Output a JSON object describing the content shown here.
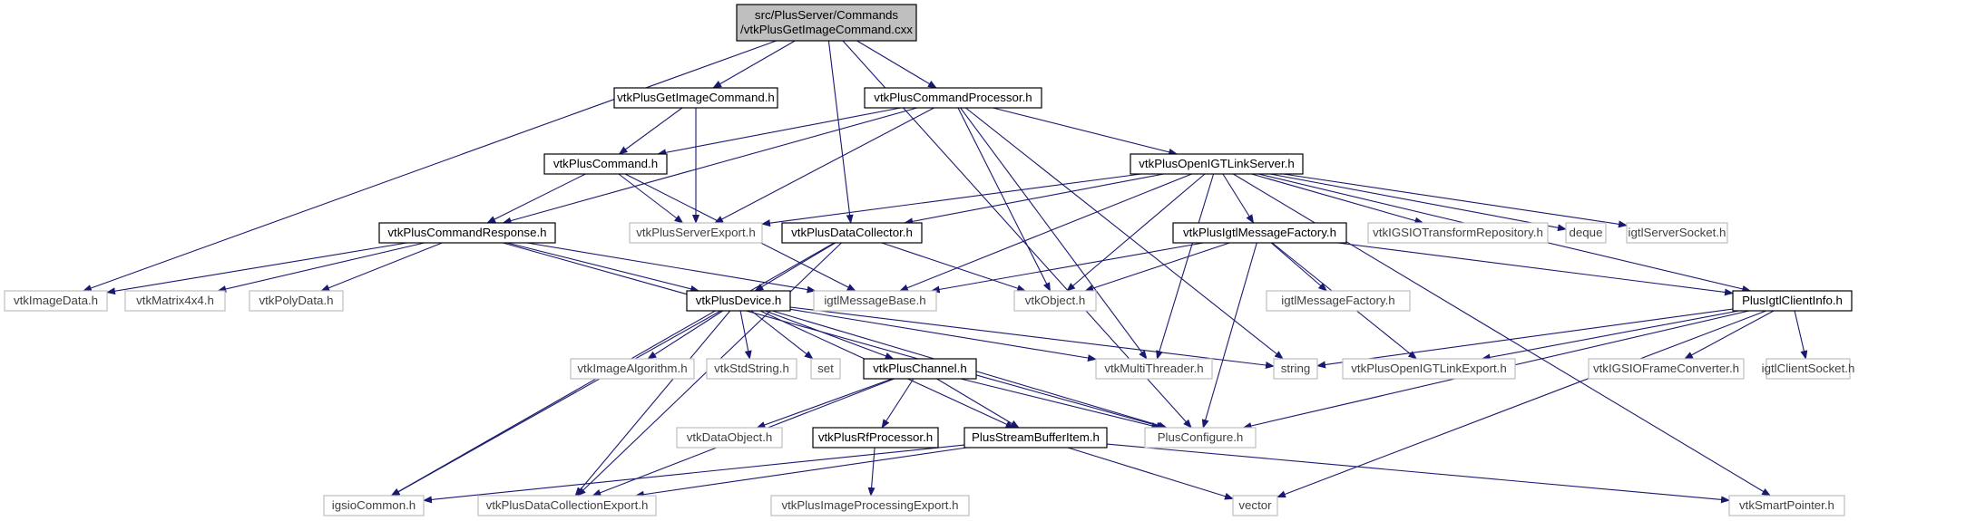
{
  "colors": {
    "edge": "#191970",
    "root_fill": "#bfbfbf",
    "doc_border": "#000000",
    "ext_border": "#bfbfbf",
    "ext_text": "#404040",
    "background": "#ffffff"
  },
  "nodes": [
    {
      "id": "root",
      "label": [
        "src/PlusServer/Commands",
        "/vtkPlusGetImageCommand.cxx"
      ],
      "kind": "root"
    },
    {
      "id": "getimage",
      "label": [
        "vtkPlusGetImageCommand.h"
      ],
      "kind": "doc"
    },
    {
      "id": "processor",
      "label": [
        "vtkPlusCommandProcessor.h"
      ],
      "kind": "doc"
    },
    {
      "id": "command",
      "label": [
        "vtkPlusCommand.h"
      ],
      "kind": "doc"
    },
    {
      "id": "oigtlserver",
      "label": [
        "vtkPlusOpenIGTLinkServer.h"
      ],
      "kind": "doc"
    },
    {
      "id": "response",
      "label": [
        "vtkPlusCommandResponse.h"
      ],
      "kind": "doc"
    },
    {
      "id": "serverexport",
      "label": [
        "vtkPlusServerExport.h"
      ],
      "kind": "ext"
    },
    {
      "id": "datacollector",
      "label": [
        "vtkPlusDataCollector.h"
      ],
      "kind": "doc"
    },
    {
      "id": "msgfactory",
      "label": [
        "vtkPlusIgtlMessageFactory.h"
      ],
      "kind": "doc"
    },
    {
      "id": "transformrepo",
      "label": [
        "vtkIGSIOTransformRepository.h"
      ],
      "kind": "ext"
    },
    {
      "id": "deque",
      "label": [
        "deque"
      ],
      "kind": "ext"
    },
    {
      "id": "serversocket",
      "label": [
        "igtlServerSocket.h"
      ],
      "kind": "ext"
    },
    {
      "id": "imagedata",
      "label": [
        "vtkImageData.h"
      ],
      "kind": "ext"
    },
    {
      "id": "matrix",
      "label": [
        "vtkMatrix4x4.h"
      ],
      "kind": "ext"
    },
    {
      "id": "polydata",
      "label": [
        "vtkPolyData.h"
      ],
      "kind": "ext"
    },
    {
      "id": "device",
      "label": [
        "vtkPlusDevice.h"
      ],
      "kind": "doc"
    },
    {
      "id": "msgbase",
      "label": [
        "igtlMessageBase.h"
      ],
      "kind": "ext"
    },
    {
      "id": "vtkobject",
      "label": [
        "vtkObject.h"
      ],
      "kind": "ext"
    },
    {
      "id": "igtlmsgfactory",
      "label": [
        "igtlMessageFactory.h"
      ],
      "kind": "ext"
    },
    {
      "id": "clientinfo",
      "label": [
        "PlusIgtlClientInfo.h"
      ],
      "kind": "doc"
    },
    {
      "id": "imagealgo",
      "label": [
        "vtkImageAlgorithm.h"
      ],
      "kind": "ext"
    },
    {
      "id": "stdstring",
      "label": [
        "vtkStdString.h"
      ],
      "kind": "ext"
    },
    {
      "id": "set",
      "label": [
        "set"
      ],
      "kind": "ext"
    },
    {
      "id": "channel",
      "label": [
        "vtkPlusChannel.h"
      ],
      "kind": "doc"
    },
    {
      "id": "multithreader",
      "label": [
        "vtkMultiThreader.h"
      ],
      "kind": "ext"
    },
    {
      "id": "string",
      "label": [
        "string"
      ],
      "kind": "ext"
    },
    {
      "id": "oigtlexport",
      "label": [
        "vtkPlusOpenIGTLinkExport.h"
      ],
      "kind": "ext"
    },
    {
      "id": "frameconverter",
      "label": [
        "vtkIGSIOFrameConverter.h"
      ],
      "kind": "ext"
    },
    {
      "id": "clientsocket",
      "label": [
        "igtlClientSocket.h"
      ],
      "kind": "ext"
    },
    {
      "id": "dataobject",
      "label": [
        "vtkDataObject.h"
      ],
      "kind": "ext"
    },
    {
      "id": "rfprocessor",
      "label": [
        "vtkPlusRfProcessor.h"
      ],
      "kind": "doc"
    },
    {
      "id": "streambufferitem",
      "label": [
        "PlusStreamBufferItem.h"
      ],
      "kind": "doc"
    },
    {
      "id": "plusconfigure",
      "label": [
        "PlusConfigure.h"
      ],
      "kind": "ext"
    },
    {
      "id": "igsiocommon",
      "label": [
        "igsioCommon.h"
      ],
      "kind": "ext"
    },
    {
      "id": "dcexport",
      "label": [
        "vtkPlusDataCollectionExport.h"
      ],
      "kind": "ext"
    },
    {
      "id": "ipexport",
      "label": [
        "vtkPlusImageProcessingExport.h"
      ],
      "kind": "ext"
    },
    {
      "id": "vector",
      "label": [
        "vector"
      ],
      "kind": "ext"
    },
    {
      "id": "smartpointer",
      "label": [
        "vtkSmartPointer.h"
      ],
      "kind": "ext"
    }
  ],
  "edges": [
    [
      "root",
      "getimage"
    ],
    [
      "root",
      "processor"
    ],
    [
      "root",
      "imagedata"
    ],
    [
      "root",
      "datacollector"
    ],
    [
      "root",
      "plusconfigure"
    ],
    [
      "getimage",
      "command"
    ],
    [
      "getimage",
      "serverexport"
    ],
    [
      "processor",
      "command"
    ],
    [
      "processor",
      "response"
    ],
    [
      "processor",
      "serverexport"
    ],
    [
      "processor",
      "oigtlserver"
    ],
    [
      "processor",
      "vtkobject"
    ],
    [
      "processor",
      "multithreader"
    ],
    [
      "processor",
      "string"
    ],
    [
      "command",
      "response"
    ],
    [
      "command",
      "serverexport"
    ],
    [
      "command",
      "msgbase"
    ],
    [
      "oigtlserver",
      "serverexport"
    ],
    [
      "oigtlserver",
      "datacollector"
    ],
    [
      "oigtlserver",
      "msgbase"
    ],
    [
      "oigtlserver",
      "vtkobject"
    ],
    [
      "oigtlserver",
      "msgfactory"
    ],
    [
      "oigtlserver",
      "multithreader"
    ],
    [
      "oigtlserver",
      "transformrepo"
    ],
    [
      "oigtlserver",
      "deque"
    ],
    [
      "oigtlserver",
      "serversocket"
    ],
    [
      "oigtlserver",
      "clientinfo"
    ],
    [
      "oigtlserver",
      "smartpointer"
    ],
    [
      "response",
      "imagedata"
    ],
    [
      "response",
      "matrix"
    ],
    [
      "response",
      "polydata"
    ],
    [
      "response",
      "device"
    ],
    [
      "response",
      "msgbase"
    ],
    [
      "response",
      "plusconfigure"
    ],
    [
      "datacollector",
      "device"
    ],
    [
      "datacollector",
      "vtkobject"
    ],
    [
      "datacollector",
      "igsiocommon"
    ],
    [
      "datacollector",
      "dcexport"
    ],
    [
      "msgfactory",
      "msgbase"
    ],
    [
      "msgfactory",
      "vtkobject"
    ],
    [
      "msgfactory",
      "igtlmsgfactory"
    ],
    [
      "msgfactory",
      "clientinfo"
    ],
    [
      "msgfactory",
      "oigtlexport"
    ],
    [
      "msgfactory",
      "plusconfigure"
    ],
    [
      "clientinfo",
      "string"
    ],
    [
      "clientinfo",
      "oigtlexport"
    ],
    [
      "clientinfo",
      "frameconverter"
    ],
    [
      "clientinfo",
      "clientsocket"
    ],
    [
      "clientinfo",
      "plusconfigure"
    ],
    [
      "clientinfo",
      "vector"
    ],
    [
      "device",
      "imagealgo"
    ],
    [
      "device",
      "stdstring"
    ],
    [
      "device",
      "set"
    ],
    [
      "device",
      "channel"
    ],
    [
      "device",
      "multithreader"
    ],
    [
      "device",
      "string"
    ],
    [
      "device",
      "streambufferitem"
    ],
    [
      "device",
      "plusconfigure"
    ],
    [
      "device",
      "igsiocommon"
    ],
    [
      "device",
      "dcexport"
    ],
    [
      "channel",
      "dataobject"
    ],
    [
      "channel",
      "rfprocessor"
    ],
    [
      "channel",
      "streambufferitem"
    ],
    [
      "channel",
      "plusconfigure"
    ],
    [
      "channel",
      "dcexport"
    ],
    [
      "rfprocessor",
      "ipexport"
    ],
    [
      "streambufferitem",
      "igsiocommon"
    ],
    [
      "streambufferitem",
      "dcexport"
    ],
    [
      "streambufferitem",
      "vector"
    ],
    [
      "streambufferitem",
      "smartpointer"
    ]
  ]
}
